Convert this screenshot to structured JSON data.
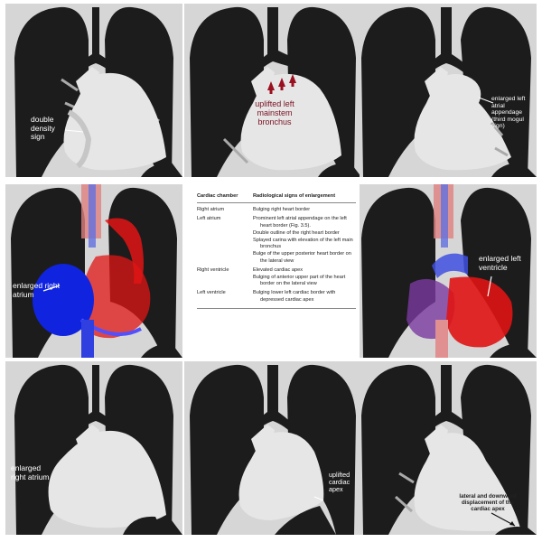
{
  "panels": {
    "p1": {
      "label": "double density sign"
    },
    "p2": {
      "label": "uplifted left mainstem bronchus"
    },
    "p3": {
      "label": "enlarged left atrial appendage (third mogul sign)"
    },
    "p4": {
      "label": "enlarged right atrium"
    },
    "p6": {
      "label": "enlarged left ventricle"
    },
    "p7": {
      "label": "enlarged right atrium"
    },
    "p8": {
      "label": "uplifted cardiac apex"
    },
    "p9": {
      "label": "lateral and downward displacement of the cardiac apex"
    }
  },
  "table": {
    "col1": "Cardiac chamber",
    "col2": "Radiological signs of enlargement",
    "rows": [
      {
        "chamber": "Right atrium",
        "signs": [
          "Bulging right heart border"
        ]
      },
      {
        "chamber": "Left atrium",
        "signs": [
          "Prominent left atrial appendage on the left heart border (Fig. 3.5).",
          "Double outline of the right heart border",
          "Splayed carina with elevation of the left main bronchus",
          "Bulge of the upper posterior heart border on the lateral view"
        ]
      },
      {
        "chamber": "Right ventricle",
        "signs": [
          "Elevated cardiac apex",
          "Bulging of anterior upper part of the heart border on the lateral view"
        ]
      },
      {
        "chamber": "Left ventricle",
        "signs": [
          "Bulging lower left cardiac border with depressed cardiac apex"
        ]
      }
    ]
  },
  "colors": {
    "lung": "#1c1c1c",
    "mediastinum": "#d6d6d6",
    "heart": "#e6e6e6",
    "right_atrium_3d": "#1024e0",
    "left_ventricle_3d": "#e01414"
  }
}
